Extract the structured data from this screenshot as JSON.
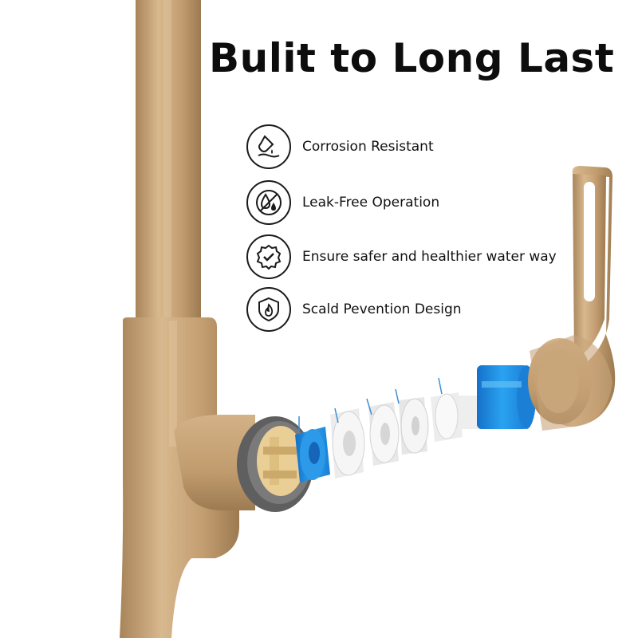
{
  "headline": "Bulit to Long Last",
  "features": [
    {
      "icon": "corrosion-test-tube-icon",
      "label": "Corrosion Resistant"
    },
    {
      "icon": "leak-free-drop-icon",
      "label": "Leak-Free Operation"
    },
    {
      "icon": "shield-check-badge-icon",
      "label": "Ensure safer and healthier water way"
    },
    {
      "icon": "flame-shield-icon",
      "label": "Scald Pevention Design"
    }
  ],
  "colors": {
    "brushed_gold": "#c9a57b",
    "gold_shadow": "#a88558",
    "cartridge_blue": "#1f8fe0",
    "ceramic_white": "#f2f2f2",
    "seal_grey": "#6e6e6e",
    "text": "#111111"
  }
}
